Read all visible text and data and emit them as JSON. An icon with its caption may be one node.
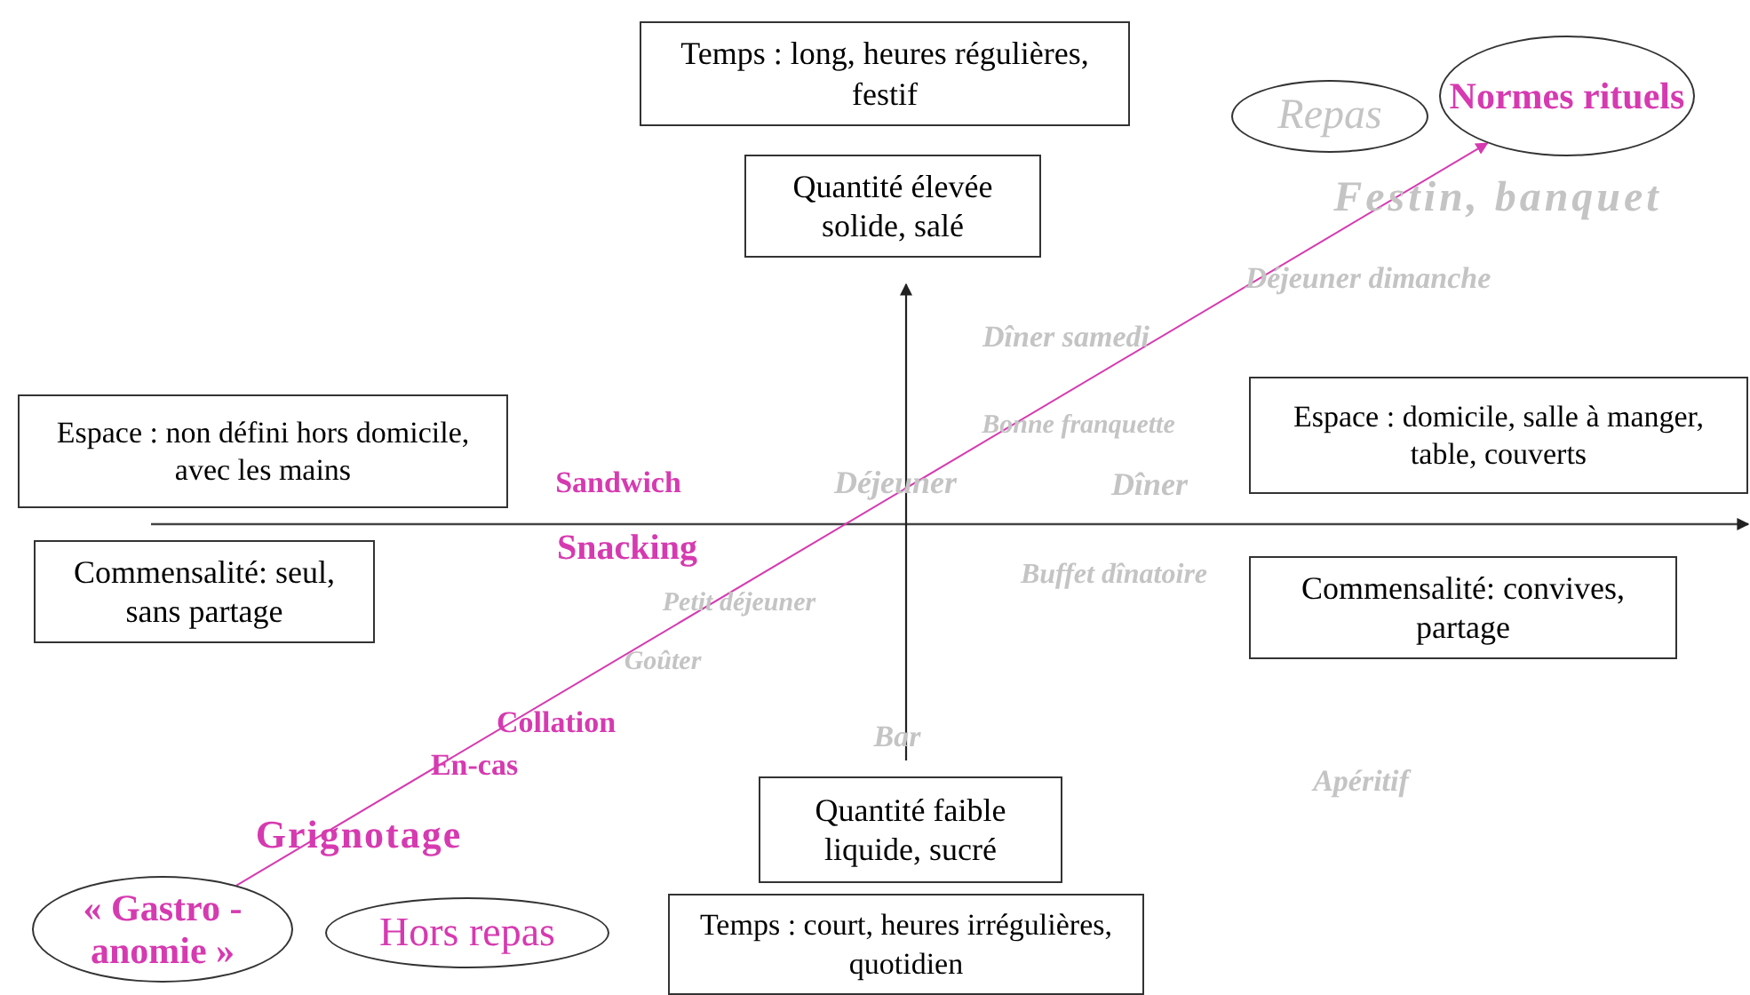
{
  "diagram": {
    "nodes": [
      {
        "text": [
          "Temps : long, heures régulières, festif"
        ]
      },
      {
        "text": [
          "Repas"
        ]
      },
      {
        "text": [
          "Normes rituels"
        ]
      },
      {
        "text": [
          "Quantité élevée solide, salé"
        ]
      },
      {
        "text": [
          "Espace : non défini hors domicile, avec les mains"
        ]
      },
      {
        "text": [
          "Espace : domicile, salle à manger, table, couverts"
        ]
      },
      {
        "text": [
          "Commensalité: seul, sans partage"
        ]
      },
      {
        "text": [
          "Commensalité: convives, partage"
        ]
      },
      {
        "text": [
          "Quantité faible liquide, sucré"
        ]
      },
      {
        "text": [
          "« Gastro - anomie »"
        ]
      },
      {
        "text": [
          "Hors repas"
        ]
      },
      {
        "text": [
          "Temps : court, heures irrégulières, quotidien"
        ]
      }
    ],
    "edges": [
      {
        "from": 9,
        "to": 2,
        "arrow": "to"
      }
    ],
    "labels": [
      "Festin, banquet",
      "Déjeuner dimanche",
      "Dîner samedi",
      "Bonne franquette",
      "Sandwich",
      "Déjeuner",
      "Dîner",
      "Snacking",
      "Buffet dînatoire",
      "Petit déjeuner",
      "Goûter",
      "Collation",
      "Bar",
      "En-cas",
      "Apéritif",
      "Grignotage"
    ]
  }
}
